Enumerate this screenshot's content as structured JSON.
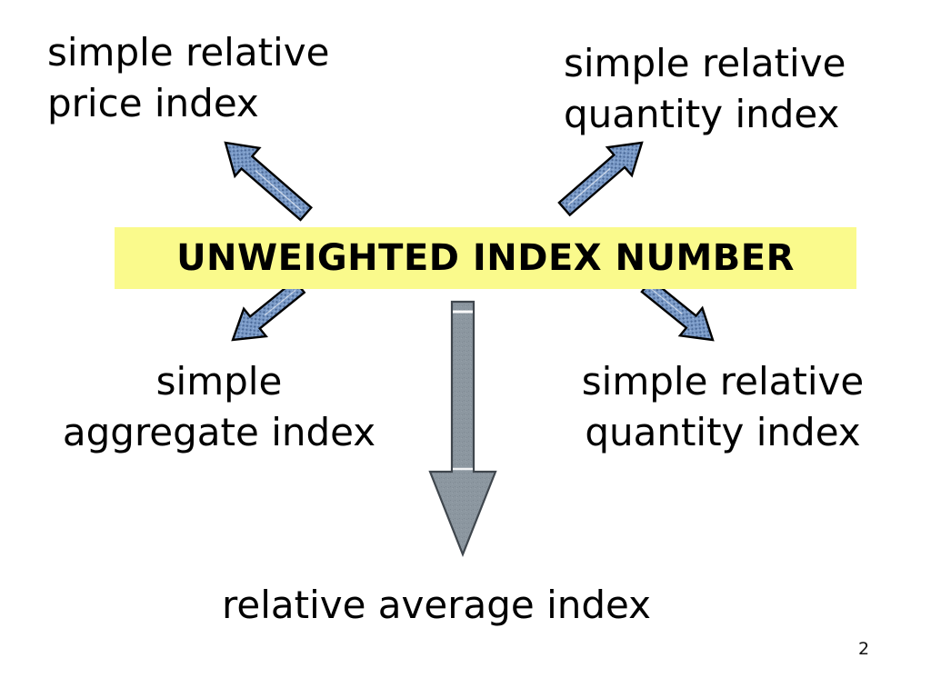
{
  "slide": {
    "page_number": "2",
    "background_color": "#ffffff"
  },
  "center": {
    "title": "UNWEIGHTED INDEX NUMBER",
    "banner_color": "#fafa8c",
    "text_color": "#000000"
  },
  "nodes": {
    "top_left": "simple relative\nprice index",
    "top_right": "simple relative\nquantity index",
    "bottom_left": "simple\naggregate index",
    "bottom_right": "simple relative\nquantity index",
    "bottom_center": "relative average index"
  },
  "arrows": {
    "blue_color": "#7b9bc8",
    "blue_outline": "#000000",
    "gray_color": "#8c97a0",
    "gray_outline": "#3f464d",
    "items": [
      {
        "name": "arrow-up-left",
        "direction": "northwest",
        "target": "top_left",
        "style": "blue-textured"
      },
      {
        "name": "arrow-up-right",
        "direction": "northeast",
        "target": "top_right",
        "style": "blue-textured"
      },
      {
        "name": "arrow-down-left",
        "direction": "southwest",
        "target": "bottom_left",
        "style": "blue-textured"
      },
      {
        "name": "arrow-down-right",
        "direction": "southeast",
        "target": "bottom_right",
        "style": "blue-textured"
      },
      {
        "name": "arrow-down-center",
        "direction": "south",
        "target": "bottom_center",
        "style": "gray-solid"
      }
    ]
  }
}
